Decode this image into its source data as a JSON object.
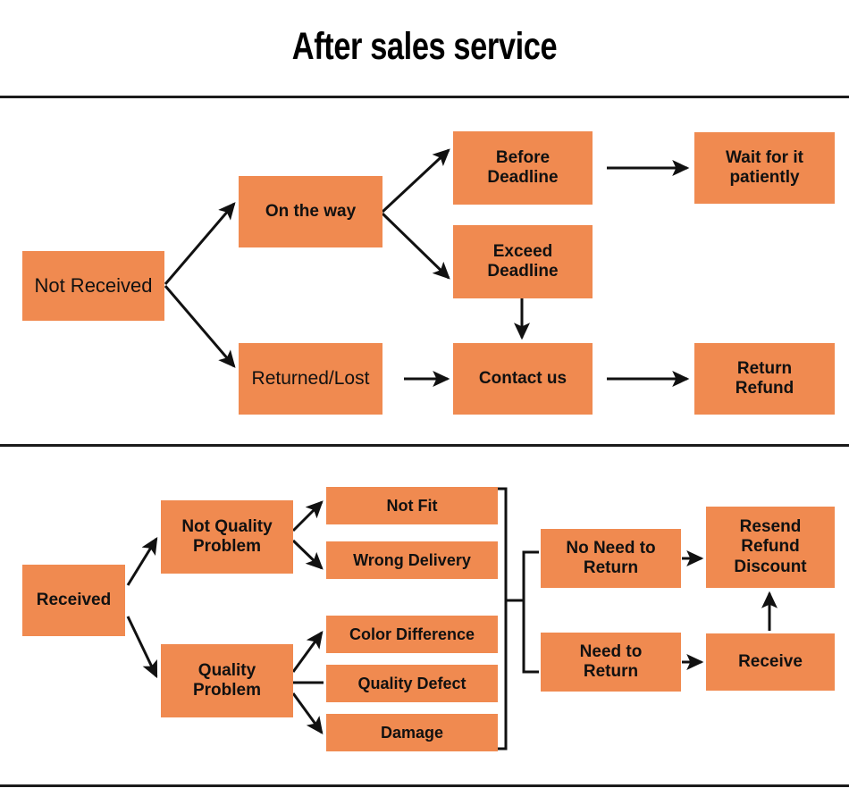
{
  "page": {
    "title": "After sales service",
    "colors": {
      "node_fill": "#F08A50",
      "line": "#111111",
      "text": "#111111",
      "background": "#FFFFFF"
    }
  },
  "dividers": [
    {
      "name": "divider-top"
    },
    {
      "name": "divider-middle"
    },
    {
      "name": "divider-bottom"
    }
  ],
  "chart_data": {
    "type": "diagram",
    "title": "After sales service",
    "sections": [
      {
        "name": "not-received",
        "root": "Not Received",
        "nodes": [
          "Not Received",
          "On the way",
          "Returned/Lost",
          "Before Deadline",
          "Exceed Deadline",
          "Wait for it patiently",
          "Contact us",
          "Return Refund"
        ],
        "edges": [
          {
            "from": "Not Received",
            "to": "On the way",
            "style": "arrow"
          },
          {
            "from": "Not Received",
            "to": "Returned/Lost",
            "style": "arrow"
          },
          {
            "from": "On the way",
            "to": "Before Deadline",
            "style": "arrow"
          },
          {
            "from": "On the way",
            "to": "Exceed Deadline",
            "style": "arrow"
          },
          {
            "from": "Before Deadline",
            "to": "Wait for it patiently",
            "style": "arrow"
          },
          {
            "from": "Exceed Deadline",
            "to": "Contact us",
            "style": "arrow"
          },
          {
            "from": "Returned/Lost",
            "to": "Contact us",
            "style": "arrow"
          },
          {
            "from": "Contact us",
            "to": "Return Refund",
            "style": "arrow"
          }
        ]
      },
      {
        "name": "received",
        "root": "Received",
        "nodes": [
          "Received",
          "Not Quality Problem",
          "Quality Problem",
          "Not Fit",
          "Wrong Delivery",
          "Color Difference",
          "Quality Defect",
          "Damage",
          "No Need to Return",
          "Need to Return",
          "Resend Refund Discount",
          "Receive"
        ],
        "edges": [
          {
            "from": "Received",
            "to": "Not Quality Problem",
            "style": "arrow"
          },
          {
            "from": "Received",
            "to": "Quality Problem",
            "style": "arrow"
          },
          {
            "from": "Not Quality Problem",
            "to": "Not Fit",
            "style": "arrow"
          },
          {
            "from": "Not Quality Problem",
            "to": "Wrong Delivery",
            "style": "arrow"
          },
          {
            "from": "Quality Problem",
            "to": "Color Difference",
            "style": "arrow"
          },
          {
            "from": "Quality Problem",
            "to": "Quality Defect",
            "style": "line"
          },
          {
            "from": "Quality Problem",
            "to": "Damage",
            "style": "arrow"
          },
          {
            "from": "all reasons",
            "to": "No Need to Return",
            "style": "bracket"
          },
          {
            "from": "all reasons",
            "to": "Need to Return",
            "style": "bracket"
          },
          {
            "from": "No Need to Return",
            "to": "Resend Refund Discount",
            "style": "arrow"
          },
          {
            "from": "Need to Return",
            "to": "Receive",
            "style": "arrow"
          },
          {
            "from": "Receive",
            "to": "Resend Refund Discount",
            "style": "arrow"
          }
        ]
      }
    ]
  },
  "section1": {
    "not_received": "Not Received",
    "on_the_way": "On the way",
    "returned_lost": "Returned/Lost",
    "before_deadline": "Before\nDeadline",
    "exceed_deadline": "Exceed\nDeadline",
    "wait_patiently": "Wait for it\npatiently",
    "contact_us": "Contact us",
    "return_refund": "Return\nRefund"
  },
  "section2": {
    "received": "Received",
    "not_quality_problem": "Not Quality\nProblem",
    "quality_problem": "Quality\nProblem",
    "not_fit": "Not Fit",
    "wrong_delivery": "Wrong Delivery",
    "color_difference": "Color Difference",
    "quality_defect": "Quality Defect",
    "damage": "Damage",
    "no_need_to_return": "No Need to\nReturn",
    "need_to_return": "Need to\nReturn",
    "resend_refund_discount": "Resend\nRefund\nDiscount",
    "receive": "Receive"
  }
}
